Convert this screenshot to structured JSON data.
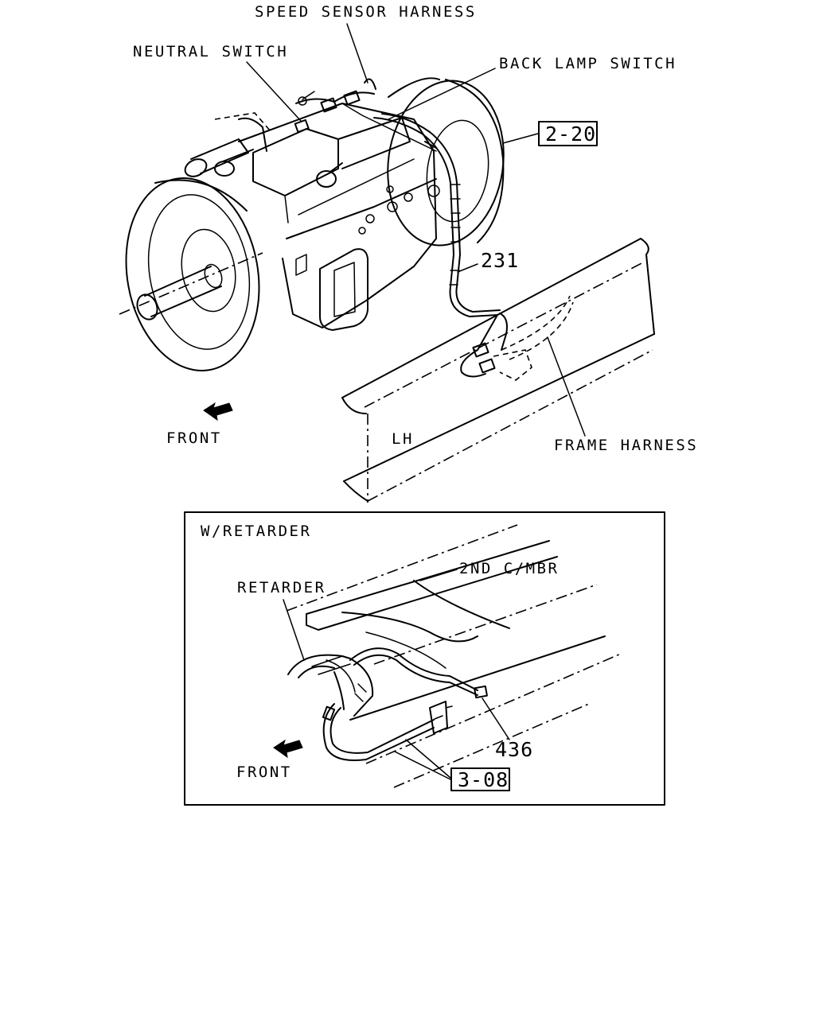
{
  "labels": {
    "speed_sensor_harness": "SPEED SENSOR HARNESS",
    "neutral_switch": "NEUTRAL SWITCH",
    "back_lamp_switch": "BACK LAMP SWITCH",
    "ref_2_20": "2-20",
    "part_231": "231",
    "front": "FRONT",
    "lh": "LH",
    "frame_harness": "FRAME HARNESS"
  },
  "inset": {
    "title": "W/RETARDER",
    "second_crossmember": "2ND C/MBR",
    "retarder": "RETARDER",
    "part_436": "436",
    "front": "FRONT",
    "ref_3_08": "3-08"
  }
}
